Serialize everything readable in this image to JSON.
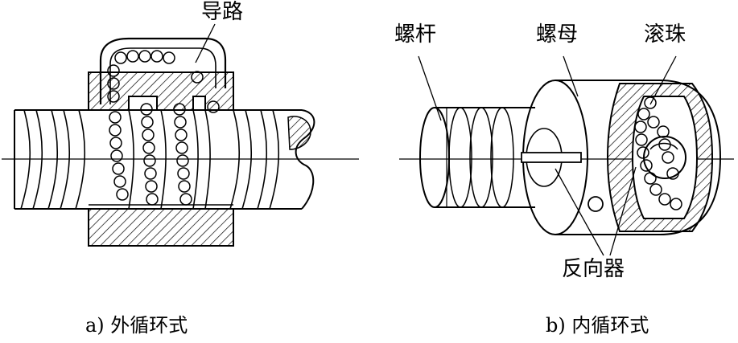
{
  "labels": {
    "guide": "导路",
    "screw": "螺杆",
    "nut": "螺母",
    "balls": "滚珠",
    "reverser": "反向器"
  },
  "captions": {
    "a": "a) 外循环式",
    "b": "b) 内循环式"
  }
}
